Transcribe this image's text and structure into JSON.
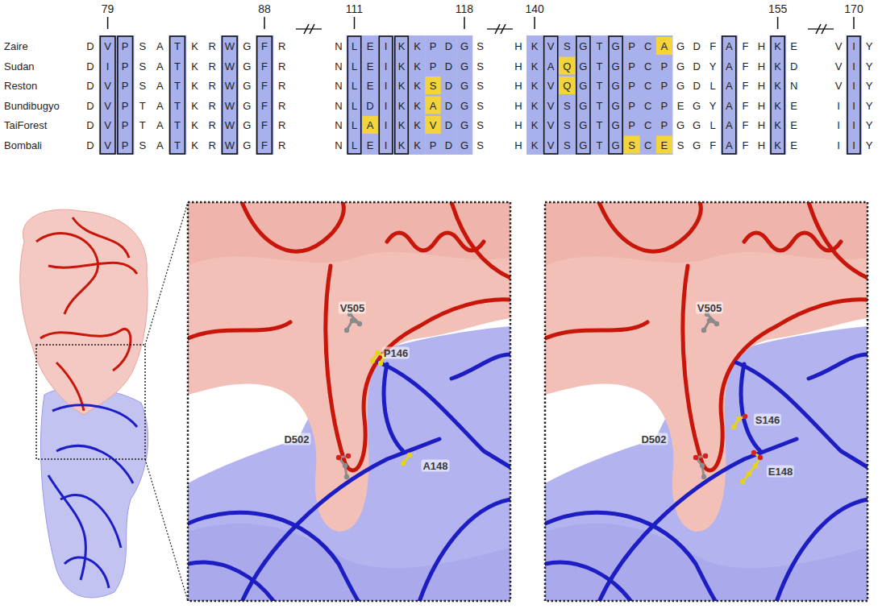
{
  "diagram": {
    "labels": [
      "79",
      "88",
      "111",
      "118",
      "140",
      "155",
      "170",
      "Zaire",
      "D",
      "V",
      "P",
      "S",
      "A",
      "T",
      "K",
      "R",
      "W",
      "G",
      "F",
      "R",
      "N",
      "L",
      "E",
      "I",
      "K",
      "K",
      "P",
      "D",
      "G",
      "S",
      "H",
      "K",
      "V",
      "S",
      "G",
      "T",
      "G",
      "P",
      "C",
      "A",
      "G",
      "D",
      "F",
      "A",
      "F",
      "H",
      "K",
      "E",
      "V",
      "I",
      "Y",
      "Sudan",
      "D",
      "I",
      "P",
      "S",
      "A",
      "T",
      "K",
      "R",
      "W",
      "G",
      "F",
      "R",
      "N",
      "L",
      "E",
      "I",
      "K",
      "K",
      "P",
      "D",
      "G",
      "S",
      "H",
      "K",
      "A",
      "Q",
      "G",
      "T",
      "G",
      "P",
      "C",
      "P",
      "G",
      "D",
      "Y",
      "A",
      "F",
      "H",
      "K",
      "D",
      "V",
      "I",
      "Y",
      "Reston",
      "D",
      "V",
      "P",
      "S",
      "A",
      "T",
      "K",
      "R",
      "W",
      "G",
      "F",
      "R",
      "N",
      "L",
      "E",
      "I",
      "K",
      "K",
      "S",
      "D",
      "G",
      "S",
      "H",
      "K",
      "V",
      "Q",
      "G",
      "T",
      "G",
      "P",
      "C",
      "P",
      "G",
      "D",
      "L",
      "A",
      "F",
      "H",
      "K",
      "N",
      "V",
      "I",
      "Y",
      "Bundibugyo",
      "D",
      "V",
      "P",
      "T",
      "A",
      "T",
      "K",
      "R",
      "W",
      "G",
      "F",
      "R",
      "N",
      "L",
      "D",
      "I",
      "K",
      "K",
      "A",
      "D",
      "G",
      "S",
      "H",
      "K",
      "V",
      "S",
      "G",
      "T",
      "G",
      "P",
      "C",
      "P",
      "E",
      "G",
      "Y",
      "A",
      "F",
      "H",
      "K",
      "E",
      "I",
      "I",
      "Y",
      "TaiForest",
      "D",
      "V",
      "P",
      "T",
      "A",
      "T",
      "K",
      "R",
      "W",
      "G",
      "F",
      "R",
      "N",
      "L",
      "A",
      "I",
      "K",
      "K",
      "V",
      "D",
      "G",
      "S",
      "H",
      "K",
      "V",
      "S",
      "G",
      "T",
      "G",
      "P",
      "C",
      "P",
      "G",
      "G",
      "L",
      "A",
      "F",
      "H",
      "K",
      "E",
      "I",
      "I",
      "Y",
      "Bombali",
      "D",
      "V",
      "P",
      "S",
      "A",
      "T",
      "K",
      "R",
      "W",
      "G",
      "F",
      "R",
      "N",
      "L",
      "E",
      "I",
      "K",
      "K",
      "P",
      "D",
      "G",
      "S",
      "H",
      "K",
      "V",
      "S",
      "G",
      "T",
      "G",
      "S",
      "C",
      "E",
      "S",
      "G",
      "F",
      "A",
      "F",
      "H",
      "K",
      "E",
      "I",
      "I",
      "Y",
      "V505",
      "D502",
      "P146",
      "A148",
      "V505",
      "D502",
      "S146",
      "E148"
    ]
  }
}
